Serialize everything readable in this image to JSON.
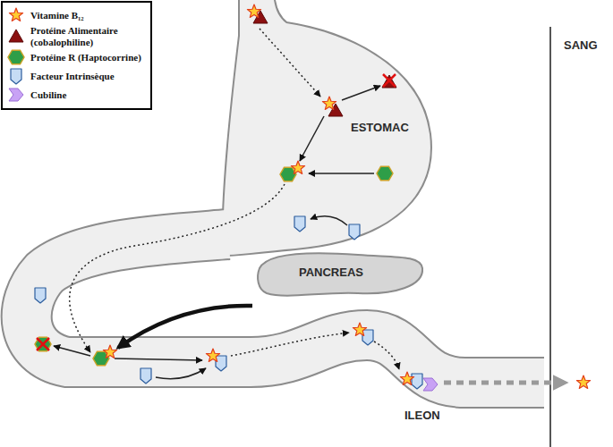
{
  "diagram": {
    "labels": [
      "ESTOMAC",
      "PANCREAS",
      "ILEON",
      "SANG"
    ],
    "legend": [
      {
        "text": "Vitamine B₁₂"
      },
      {
        "text": "Protéine Alimentaire (cobalophiline)"
      },
      {
        "text": "Protéine R (Haptocorrine)"
      },
      {
        "text": "Facteur Intrinsèque"
      },
      {
        "text": "Cubiline"
      }
    ]
  }
}
